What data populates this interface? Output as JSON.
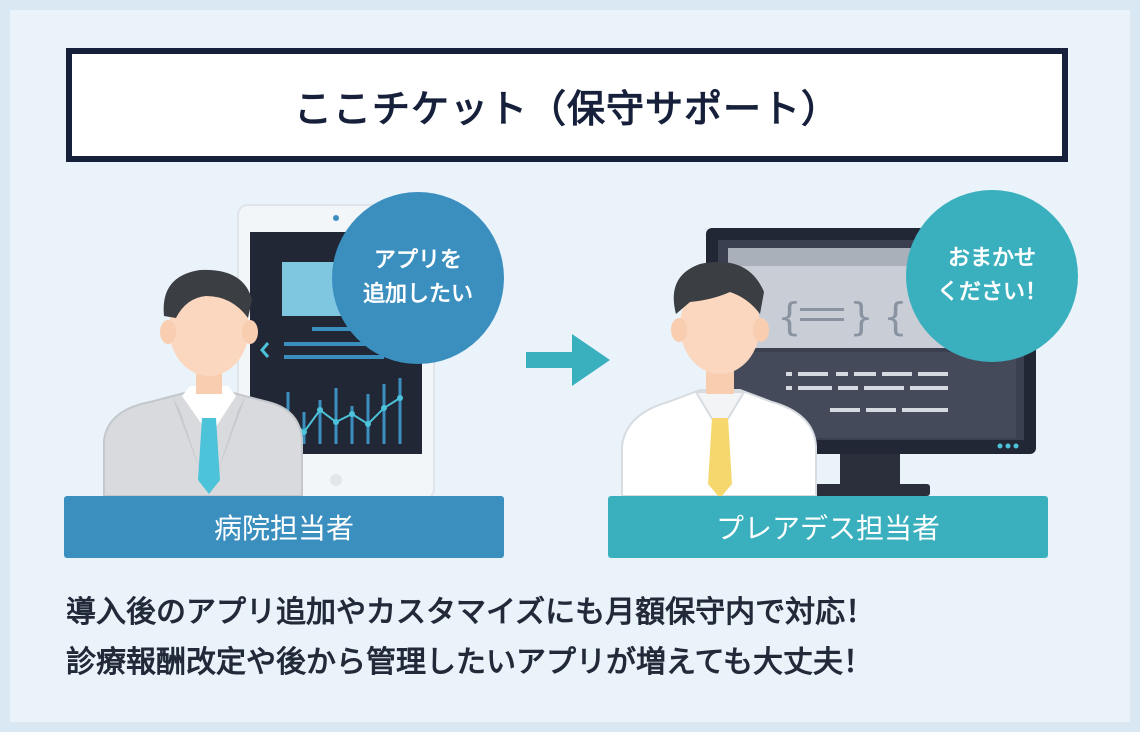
{
  "title": "ここチケット（保守サポート）",
  "left": {
    "bubble_line1": "アプリを",
    "bubble_line2": "追加したい",
    "label": "病院担当者"
  },
  "right": {
    "bubble_line1": "おまかせ",
    "bubble_line2": "ください！",
    "label": "プレアデス担当者"
  },
  "description": {
    "line1": "導入後のアプリ追加やカスタマイズにも月額保守内で対応！",
    "line2": "診療報酬改定や後から管理したいアプリが増えても大丈夫！"
  },
  "colors": {
    "navy": "#17203a",
    "blue": "#3a8fbf",
    "teal": "#3ab0bf",
    "arrow": "#3ab0bf",
    "left_tie": "#4cc3d9",
    "right_tie": "#f5d76e"
  },
  "icons": [
    "tablet-icon",
    "monitor-icon",
    "right-arrow-icon",
    "person-icon"
  ]
}
